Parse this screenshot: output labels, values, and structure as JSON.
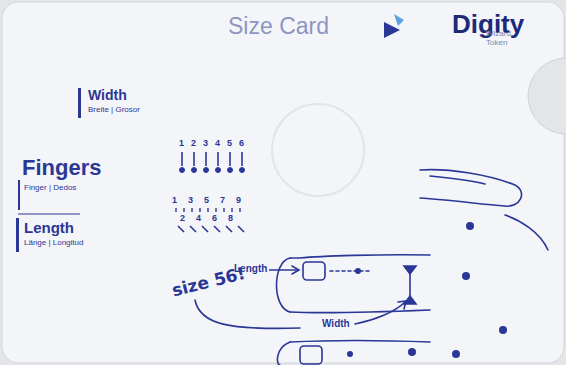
{
  "diagram": {
    "title": "Size Card",
    "labels": [
      "Digity",
      "Wizard Token",
      "Width",
      "Breite | Grosor",
      "Fingers",
      "Finger | Dedos",
      "Length",
      "Länge | Longitud",
      "1",
      "2",
      "3",
      "4",
      "5",
      "6",
      "1",
      "3",
      "5",
      "7",
      "9",
      "2",
      "4",
      "6",
      "8",
      "Length",
      "Width",
      "size 56!"
    ]
  }
}
